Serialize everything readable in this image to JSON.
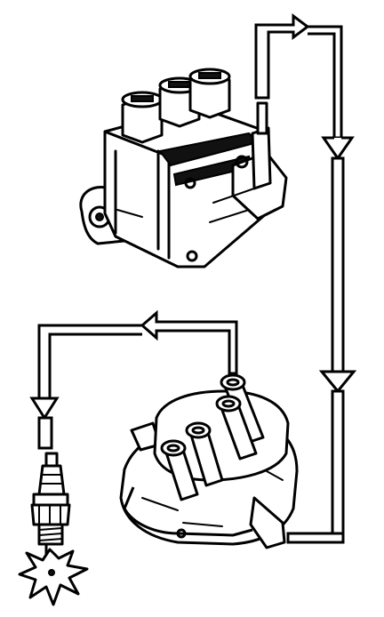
{
  "diagram": {
    "components": [
      {
        "name": "ignition-coil",
        "icon": "ignition-coil-icon"
      },
      {
        "name": "distributor",
        "icon": "distributor-icon"
      },
      {
        "name": "spark-plug",
        "icon": "spark-plug-icon"
      },
      {
        "name": "spark",
        "icon": "spark-icon"
      }
    ],
    "flow": [
      "ignition-coil",
      "distributor",
      "spark-plug"
    ],
    "colors": {
      "ink": "#000000",
      "background": "#ffffff"
    }
  }
}
